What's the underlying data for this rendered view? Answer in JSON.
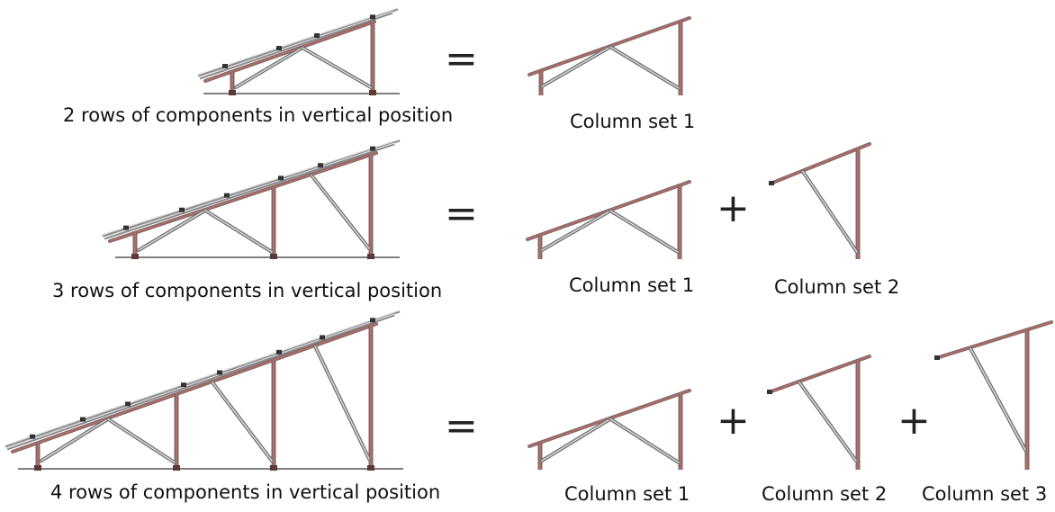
{
  "rows": [
    {
      "caption": "2 rows of components in vertical position",
      "operator": "=",
      "sets": [
        {
          "label": "Column set 1"
        }
      ],
      "plus": []
    },
    {
      "caption": "3 rows of components in vertical position",
      "operator": "=",
      "sets": [
        {
          "label": "Column set 1"
        },
        {
          "label": "Column set 2"
        }
      ],
      "plus": [
        "+"
      ]
    },
    {
      "caption": "4 rows of components in vertical position",
      "operator": "=",
      "sets": [
        {
          "label": "Column set 1"
        },
        {
          "label": "Column set 2"
        },
        {
          "label": "Column set 3"
        }
      ],
      "plus": [
        "+",
        "+"
      ]
    }
  ],
  "colors": {
    "steel": "#7a6a6a",
    "rust_stripe": "#b06a66",
    "brace": "#707070",
    "rail": "#8a8a8a",
    "ground": "#555555"
  }
}
